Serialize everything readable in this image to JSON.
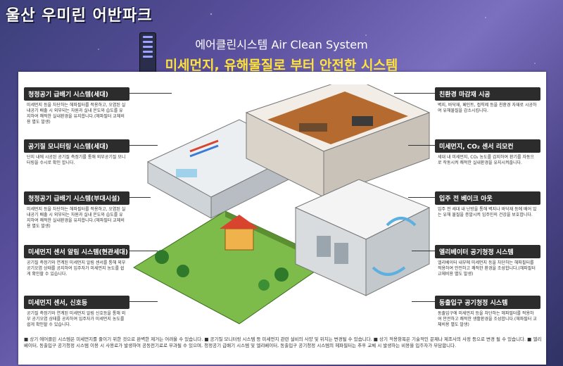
{
  "app_title": "울산 우미린 어반파크",
  "header": {
    "subtitle": "에어클린시스템 Air Clean System",
    "title": "미세먼지, 유해물질로 부터 안전한 시스템"
  },
  "left_items": [
    {
      "title": "청정공기 급배기 시스템(세대)",
      "desc": "미세먼지 등을 차단하는 헤파필터를 적용하고, 오염된 실내공기 배출 시 외부되는 자원과 실내 온도와 습도를 유지하여 쾌적한 실내환경을 유지합니다.(헤파필터 교체비용 별도 발생)"
    },
    {
      "title": "공기질 모니터링 시스템(세대)",
      "desc": "단지 내에 시공된 공기질 측정기를 통해 외부공기질 모니터링을 수시로 확인 합니다."
    },
    {
      "title": "청정공기 급배기 시스템(부대시설)",
      "desc": "미세먼지 등을 차단하는 헤파필터를 적용하고, 오염된 실내공기 배출 시 외부되는 자원과 실내 온도와 습도를 유지하여 쾌적한 실내환경을 유지합니다.(헤파필터 교체비용 별도 발생)"
    },
    {
      "title": "미세먼지 센서 알림 시스템(현관세대)",
      "desc": "공기질 측정기와 연계된 미세먼지 알림 센서를 통해 외부 공기오염 상태를 공지하여 입주자가 미세먼지 농도를 쉽게 확인할 수 있습니다."
    },
    {
      "title": "미세먼지 센서, 신호등",
      "desc": "공기질 측정기와 연계된 미세먼지 알림 신호등을 통해 외부 공기오염 상태를 공지하여 입주자가 미세먼지 농도를 쉽게 확인할 수 있습니다."
    }
  ],
  "right_items": [
    {
      "title": "친환경 마감재 시공",
      "desc": "벽지, 바닥재, 페인트, 접착제 등을 친환경 자재로 시공하여 유해물질을 감소시킵니다."
    },
    {
      "title": "미세먼지, CO₂ 센서 리모컨",
      "desc": "세대 내 미세먼지, CO₂ 농도를 감지하여 환기를 자동으로 작동시켜 쾌적한 실내환경을 유지시켜줍니다."
    },
    {
      "title": "입주 전 베이크 아웃",
      "desc": "입주 전 세대 내 난방을 통해 벽지나 바닥재 등에 배어 있는 유해 물질을 증발시켜 입주민의 건강을 보호합니다."
    },
    {
      "title": "엘리베이터 공기청정 시스템",
      "desc": "엘리베이터 내부에 미세먼지 등을 차단하는 헤파필터를 적용하여 안전하고 쾌적한 환경을 조성합니다.(헤파필터 교체비용 별도 발생)"
    },
    {
      "title": "동출입구 공기청정 시스템",
      "desc": "동출입구에 미세먼지 등을 차단하는 헤파필터를 적용하여 안전하고 쾌적한 생활환경을 조성합니다.(헤파필터 교체비용 별도 발생)"
    }
  ],
  "footer": "■ 상기 에어클린 시스템은 미세먼지를 줄이기 위한 것으로 완벽한 제거는 어려울 수 있습니다. ■ 공기질 모니터링 시스템 등 미세먼지 관련 설비의 사양 및 위치는 변경될 수 있습니다. ■ 상기 적용항목은 기술적인 문제나 제조사의 사정 등으로 변경 될 수 있습니다. ■ 엘리베이터, 동출입구 공기청정 시스템 이용 시 사용료가 발생하여 공동전기료로 부과될 수 있으며, 청정공기 급배기 시스템 및 엘리베이터, 동출입구 공기청정 시스템의 헤파필터는 추후 교체 시 발생하는 비용을 입주자가 부담합니다."
}
